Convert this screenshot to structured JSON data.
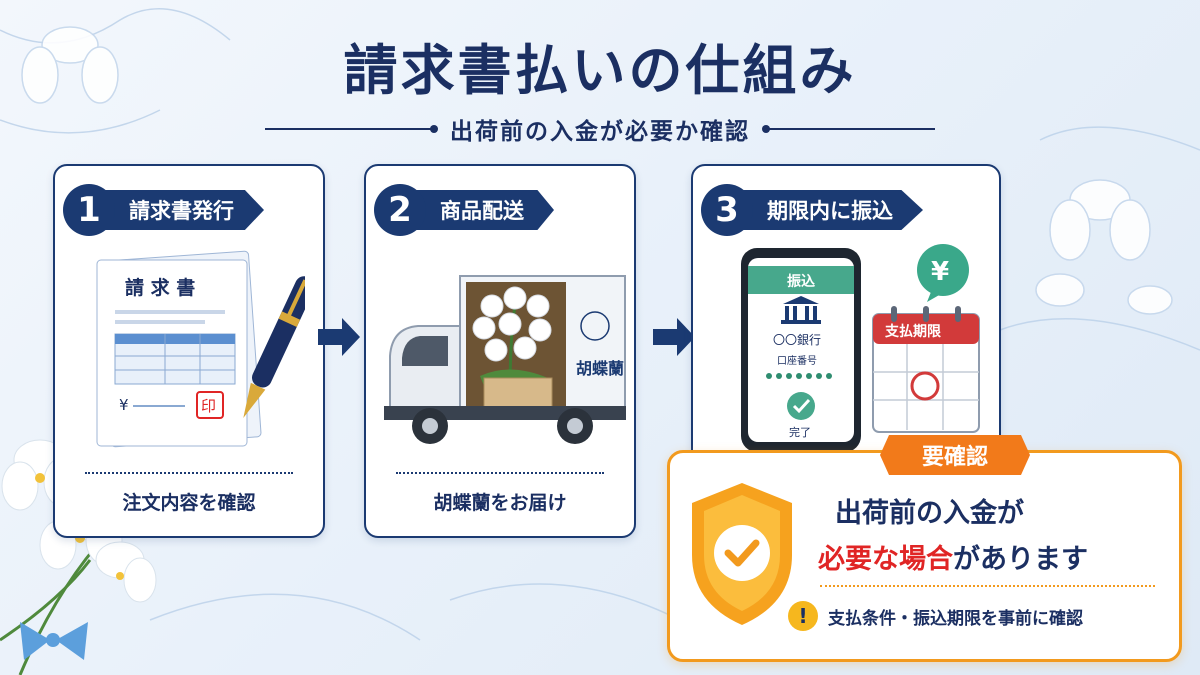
{
  "title": "請求書払いの仕組み",
  "subtitle": "出荷前の入金が必要か確認",
  "steps": [
    {
      "number": "1",
      "label": "請求書発行",
      "caption": "注文内容を確認",
      "doc_title": "請 求 書",
      "yen": "¥",
      "seal": "印"
    },
    {
      "number": "2",
      "label": "商品配送",
      "caption": "胡蝶蘭をお届け",
      "truck_text": "胡蝶蘭"
    },
    {
      "number": "3",
      "label": "期限内に振込",
      "caption": "",
      "phone_header": "振込",
      "bank": "〇〇銀行",
      "account": "口座番号",
      "done": "完了",
      "calendar_title": "支払期限",
      "yen_bubble": "¥"
    }
  ],
  "callout": {
    "tag": "要確認",
    "line1": "出荷前の入金が",
    "line2_red": "必要な場合",
    "line2_rest": "があります",
    "note_icon": "!",
    "note": "支払条件・振込期限を事前に確認"
  },
  "colors": {
    "navy": "#1b3a72",
    "orange": "#f29a1e",
    "red": "#e02525",
    "green": "#3aa88a"
  },
  "icons": [
    "invoice-icon",
    "fountain-pen-icon",
    "truck-icon",
    "orchid-icon",
    "phone-icon",
    "bank-icon",
    "check-icon",
    "calendar-icon",
    "yen-icon",
    "shield-check-icon",
    "exclamation-icon"
  ]
}
